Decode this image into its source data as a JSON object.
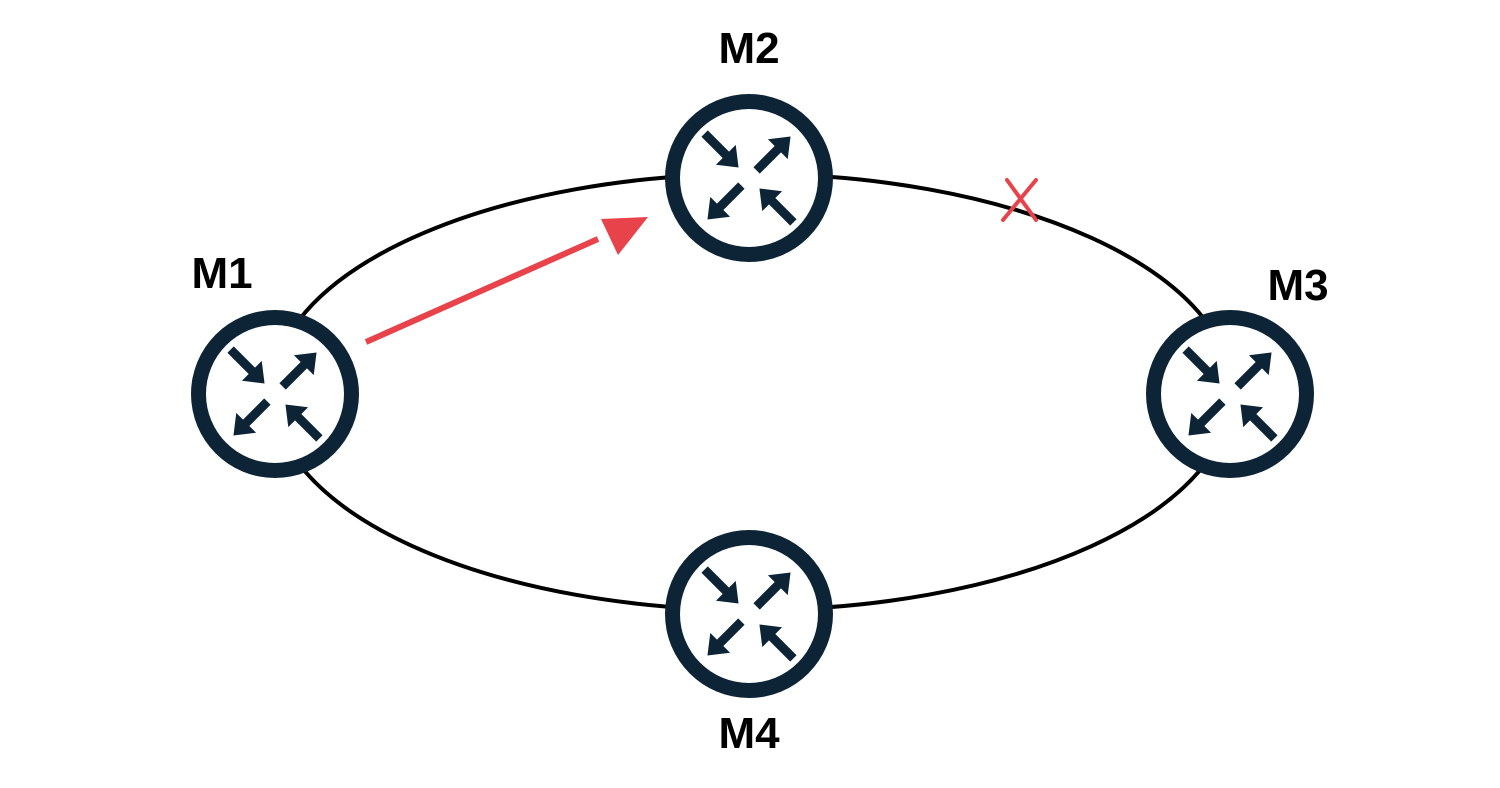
{
  "diagram": {
    "nodes": [
      {
        "id": "m1",
        "label": "M1",
        "icon": "router-icon"
      },
      {
        "id": "m2",
        "label": "M2",
        "icon": "router-icon"
      },
      {
        "id": "m3",
        "label": "M3",
        "icon": "router-icon"
      },
      {
        "id": "m4",
        "label": "M4",
        "icon": "router-icon"
      }
    ],
    "ring": {
      "type": "ellipse",
      "connects": [
        "m1",
        "m2",
        "m3",
        "m4"
      ]
    },
    "arrow": {
      "from": "m1",
      "to": "m2"
    },
    "broken_link": {
      "between": [
        "m2",
        "m3"
      ],
      "marker": "x-mark"
    },
    "colors": {
      "node_dark": "#0d2436",
      "ring": "#000000",
      "highlight": "#e8434a",
      "background": "#ffffff"
    }
  }
}
